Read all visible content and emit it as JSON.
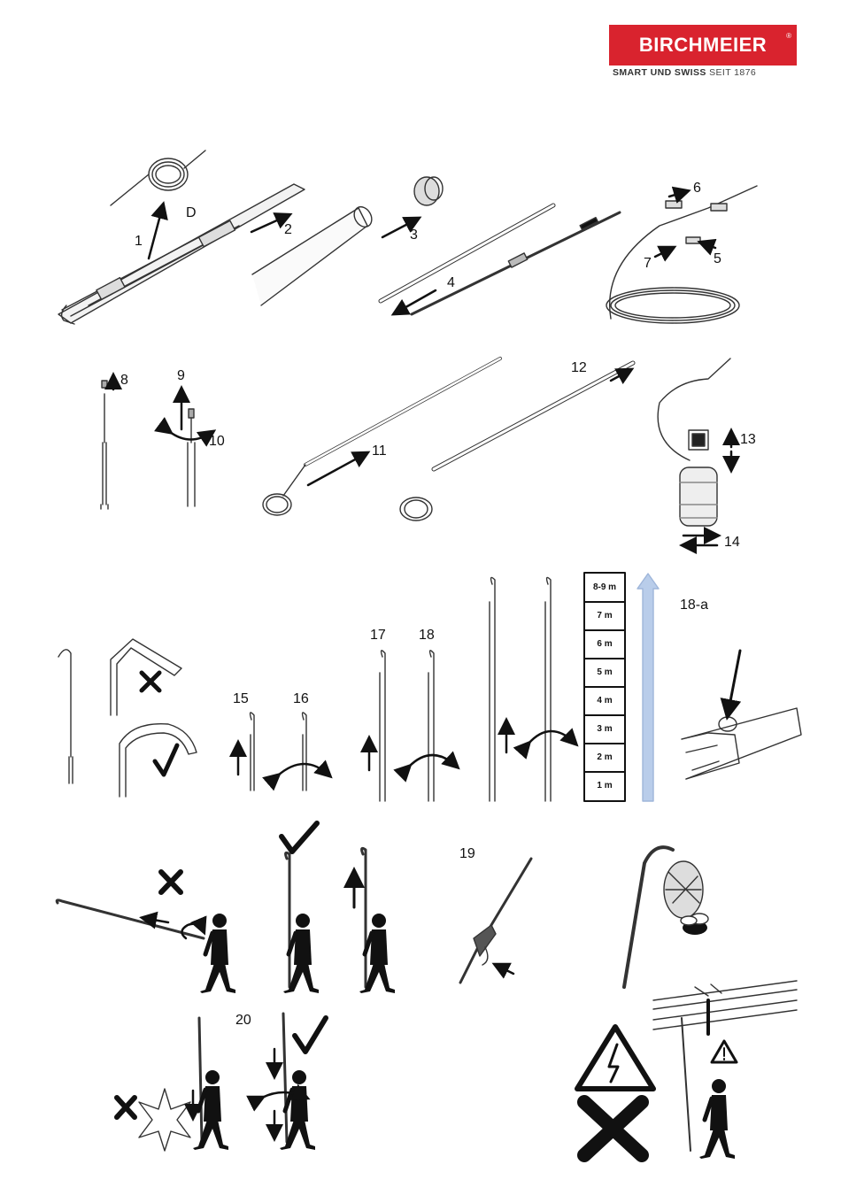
{
  "brand": {
    "name": "BIRCHMEIER",
    "registered": "®",
    "tagline_bold": "SMART UND SWISS",
    "tagline_rest": "SEIT 1876",
    "color": "#d9232e"
  },
  "steps": {
    "s1": "1",
    "sD": "D",
    "s2": "2",
    "s3": "3",
    "s4": "4",
    "s5": "5",
    "s6": "6",
    "s7": "7",
    "s8": "8",
    "s9": "9",
    "s10": "10",
    "s11": "11",
    "s12": "12",
    "s13": "13",
    "s14": "14",
    "s15": "15",
    "s16": "16",
    "s17": "17",
    "s18": "18",
    "s18a": "18-a",
    "s19": "19",
    "s20": "20"
  },
  "height_ruler": [
    "8-9 m",
    "7 m",
    "6 m",
    "5 m",
    "4 m",
    "3 m",
    "2 m",
    "1 m"
  ],
  "colors": {
    "arrow_blue": "#b9cdea",
    "ink": "#111111",
    "line_gray": "#777777"
  },
  "icons": [
    "check-icon",
    "cross-icon",
    "warning-triangle-icon",
    "high-voltage-icon",
    "bee-icon",
    "person-icon"
  ]
}
